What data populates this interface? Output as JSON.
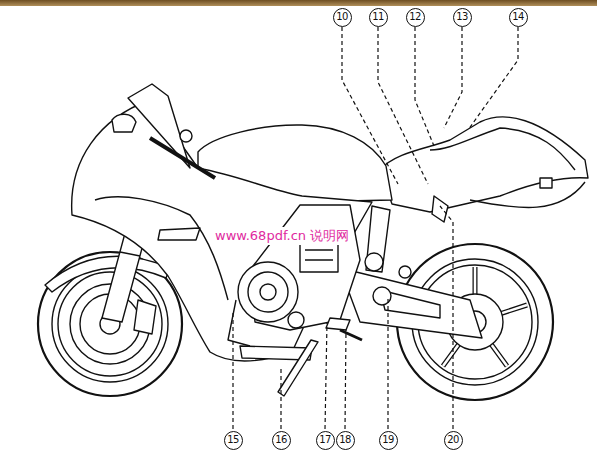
{
  "diagram": {
    "nodes": [
      {
        "text": [
          "10"
        ]
      },
      {
        "text": [
          "11"
        ]
      },
      {
        "text": [
          "12"
        ]
      },
      {
        "text": [
          "13"
        ]
      },
      {
        "text": [
          "14"
        ]
      },
      {
        "text": [
          "15"
        ]
      },
      {
        "text": [
          "16"
        ]
      },
      {
        "text": [
          "17"
        ]
      },
      {
        "text": [
          "18"
        ]
      },
      {
        "text": [
          "19"
        ]
      },
      {
        "text": [
          "20"
        ]
      }
    ],
    "labels": [
      "www.68pdf.cn 说明网"
    ]
  }
}
